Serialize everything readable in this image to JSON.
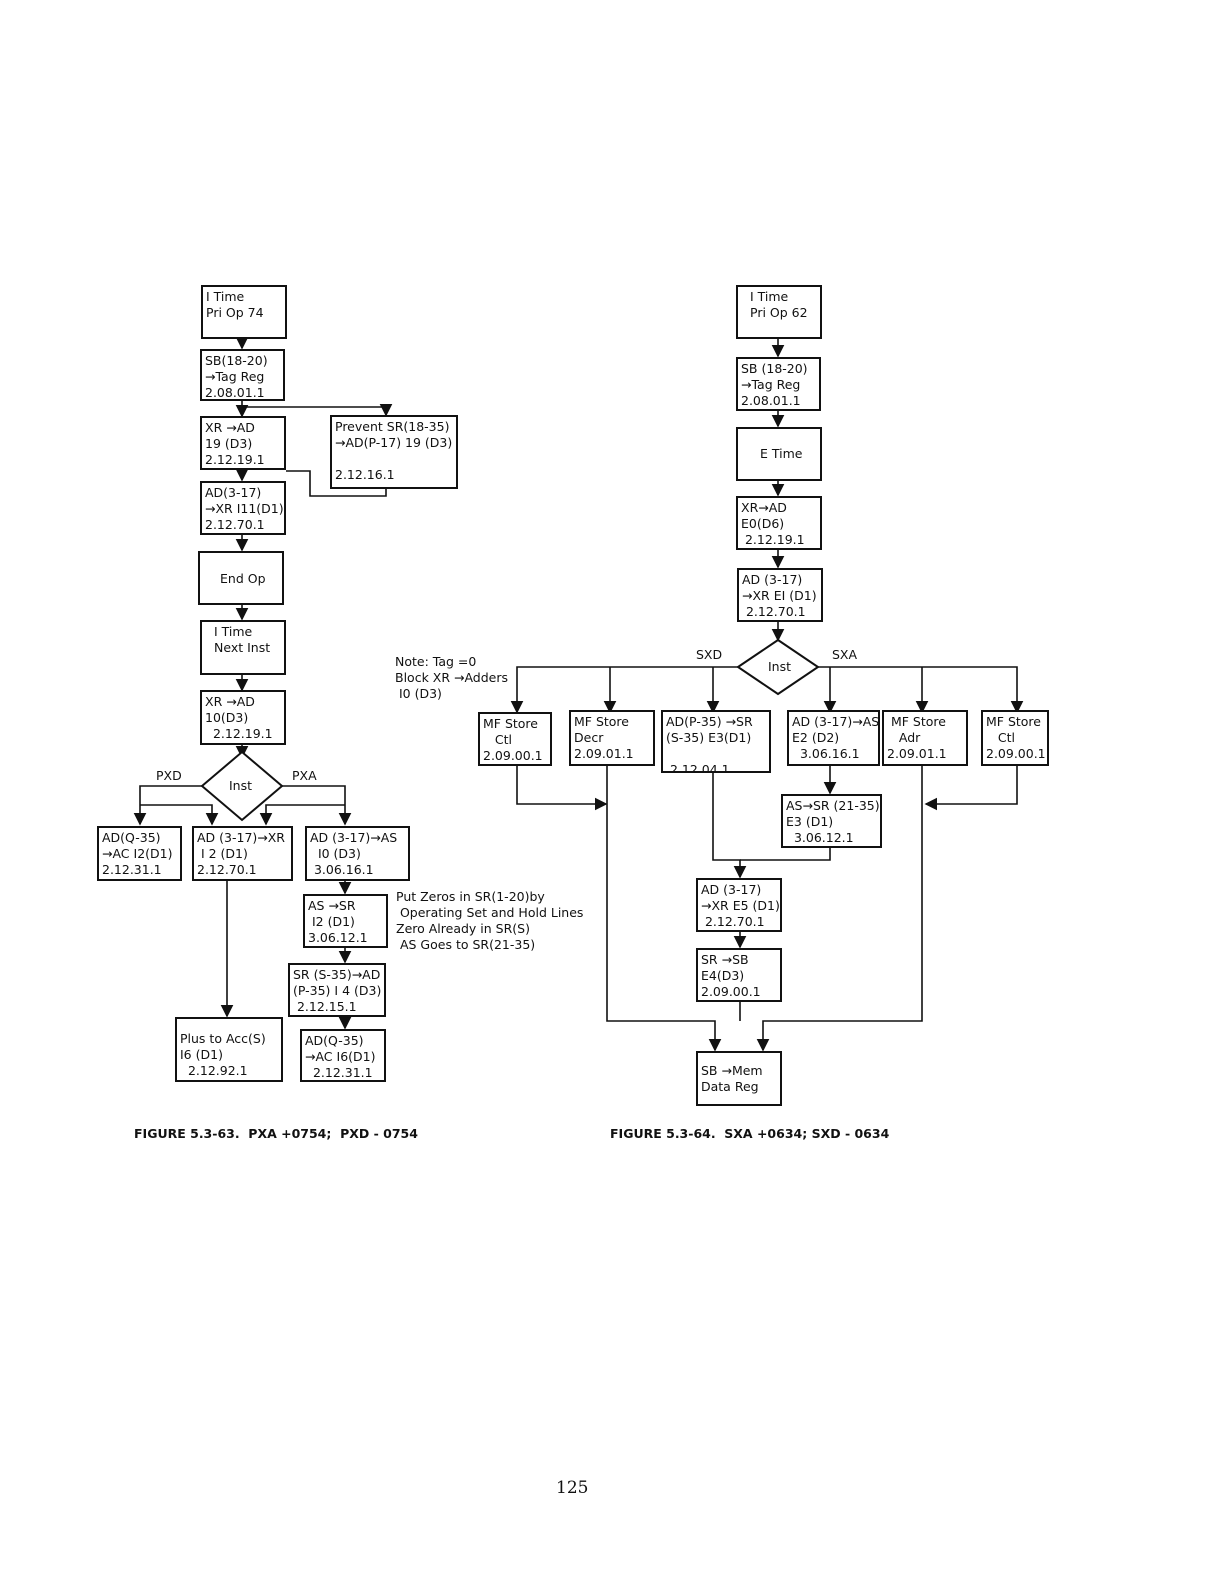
{
  "left": {
    "i_time": "I Time\nPri Op 74",
    "sb_tag": "SB(18-20)\n→Tag Reg\n2.08.01.1",
    "xr_ad": "XR →AD\n19 (D3)\n2.12.19.1",
    "prevent": "Prevent SR(18-35)\n→AD(P-17) 19 (D3)\n\n2.12.16.1",
    "ad_xr": "AD(3-17)\n→XR I11(D1)\n2.12.70.1",
    "end_op": "End Op",
    "next_inst": "I Time\nNext Inst",
    "xr_ad_10": "XR →AD\n10(D3)\n  2.12.19.1",
    "decision": "Inst",
    "pxd_label": "PXD",
    "pxa_label": "PXA",
    "ad_ac": "AD(Q-35)\n→AC I2(D1)\n2.12.31.1",
    "ad_xr_i2": "AD (3-17)→XR\n I 2 (D1)\n2.12.70.1",
    "ad_as": "AD (3-17)→AS\n  I0 (D3)\n 3.06.16.1",
    "as_sr": "AS →SR\n I2 (D1)\n3.06.12.1",
    "zero_note": "Put Zeros in SR(1-20)by\n Operating Set and Hold Lines\nZero Already in SR(S)\n AS Goes to SR(21-35)",
    "sr_ad": "SR (S-35)→AD\n(P-35) I 4 (D3)\n 2.12.15.1",
    "plus_acc": "Plus to Acc(S)\nI6 (D1)\n  2.12.92.1",
    "ad_ac_16": "AD(Q-35)\n→AC I6(D1)\n  2.12.31.1",
    "caption": "FIGURE 5.3-63.  PXA +0754;  PXD - 0754"
  },
  "right": {
    "i_time": "I Time\nPri Op 62",
    "sb_tag": "SB (18-20)\n→Tag Reg\n2.08.01.1",
    "e_time": "E Time",
    "xr_ad": "XR→AD\nE0(D6)\n 2.12.19.1",
    "ad_xr": "AD (3-17)\n→XR EI (D1)\n 2.12.70.1",
    "decision": "Inst",
    "sxd_label": "SXD",
    "sxa_label": "SXA",
    "note": "Note: Tag =0\nBlock XR →Adders\n I0 (D3)",
    "mf_store_ctl_1": "MF Store\n   Ctl\n2.09.00.1",
    "mf_store_decr": "MF Store\nDecr\n2.09.01.1",
    "ad_sr": "AD(P-35) →SR\n(S-35) E3(D1)\n\n 2.12.04.1",
    "ad_as": "AD (3-17)→AS\nE2 (D2)\n  3.06.16.1",
    "mf_store_adr": " MF Store\n   Adr\n2.09.01.1",
    "mf_store_ctl_2": "MF Store\n   Ctl\n2.09.00.1",
    "as_sr": "AS→SR (21-35)\nE3 (D1)\n  3.06.12.1",
    "ad_xr_e5": "AD (3-17)\n→XR E5 (D1)\n 2.12.70.1",
    "sr_sb": "SR →SB\nE4(D3)\n2.09.00.1",
    "sb_mem": "SB →Mem\nData Reg",
    "caption": "FIGURE 5.3-64.  SXA +0634; SXD - 0634"
  },
  "page_number": "125"
}
